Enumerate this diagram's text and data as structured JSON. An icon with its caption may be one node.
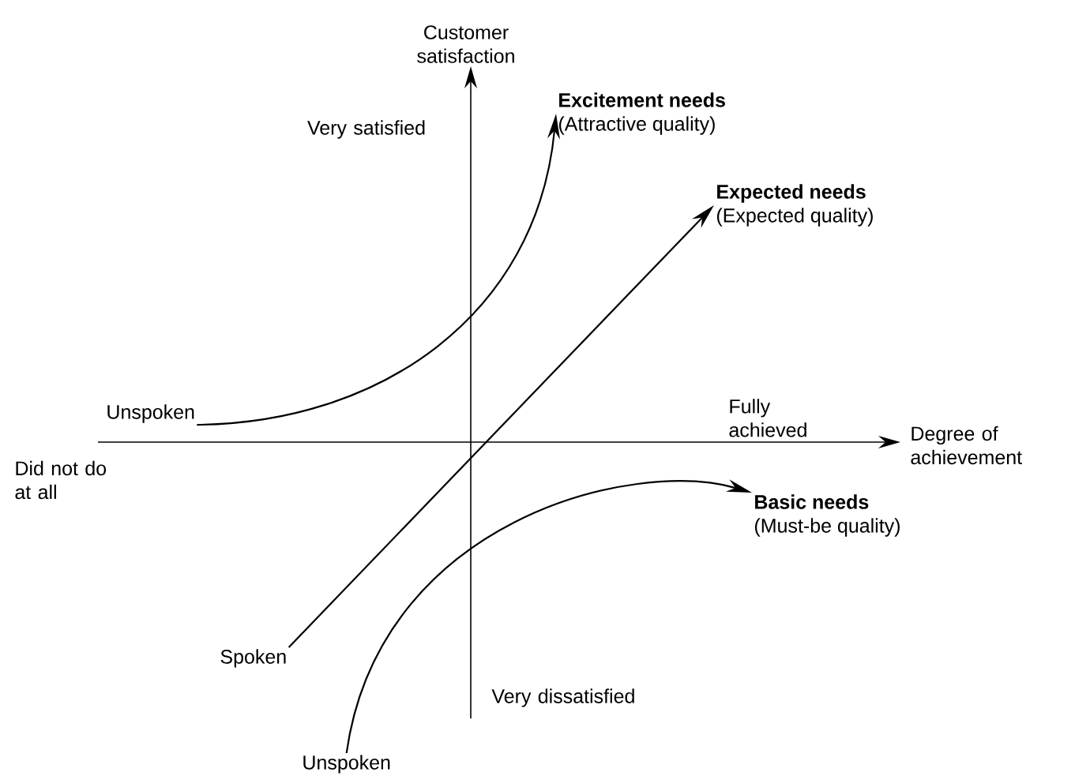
{
  "diagram": {
    "nodes": [
      {
        "text": [
          "Excitement needs",
          "(Attractive quality)"
        ]
      },
      {
        "text": [
          "Expected needs",
          "(Expected quality)"
        ]
      },
      {
        "text": [
          "Unspoken"
        ]
      },
      {
        "text": [
          "Basic needs",
          "(Must-be quality)"
        ]
      },
      {
        "text": [
          "Spoken"
        ]
      },
      {
        "text": [
          "Unspoken"
        ]
      }
    ],
    "edges": [
      {
        "from": 2,
        "to": 0,
        "arrow": "to"
      },
      {
        "from": 4,
        "to": 1,
        "arrow": "to"
      },
      {
        "from": 5,
        "to": 3,
        "arrow": "to"
      }
    ],
    "labels": [
      "Customer satisfaction",
      "Very satisfied",
      "Fully achieved",
      "Degree of achievement",
      "Did not do at all",
      "Very dissatisfied"
    ]
  }
}
